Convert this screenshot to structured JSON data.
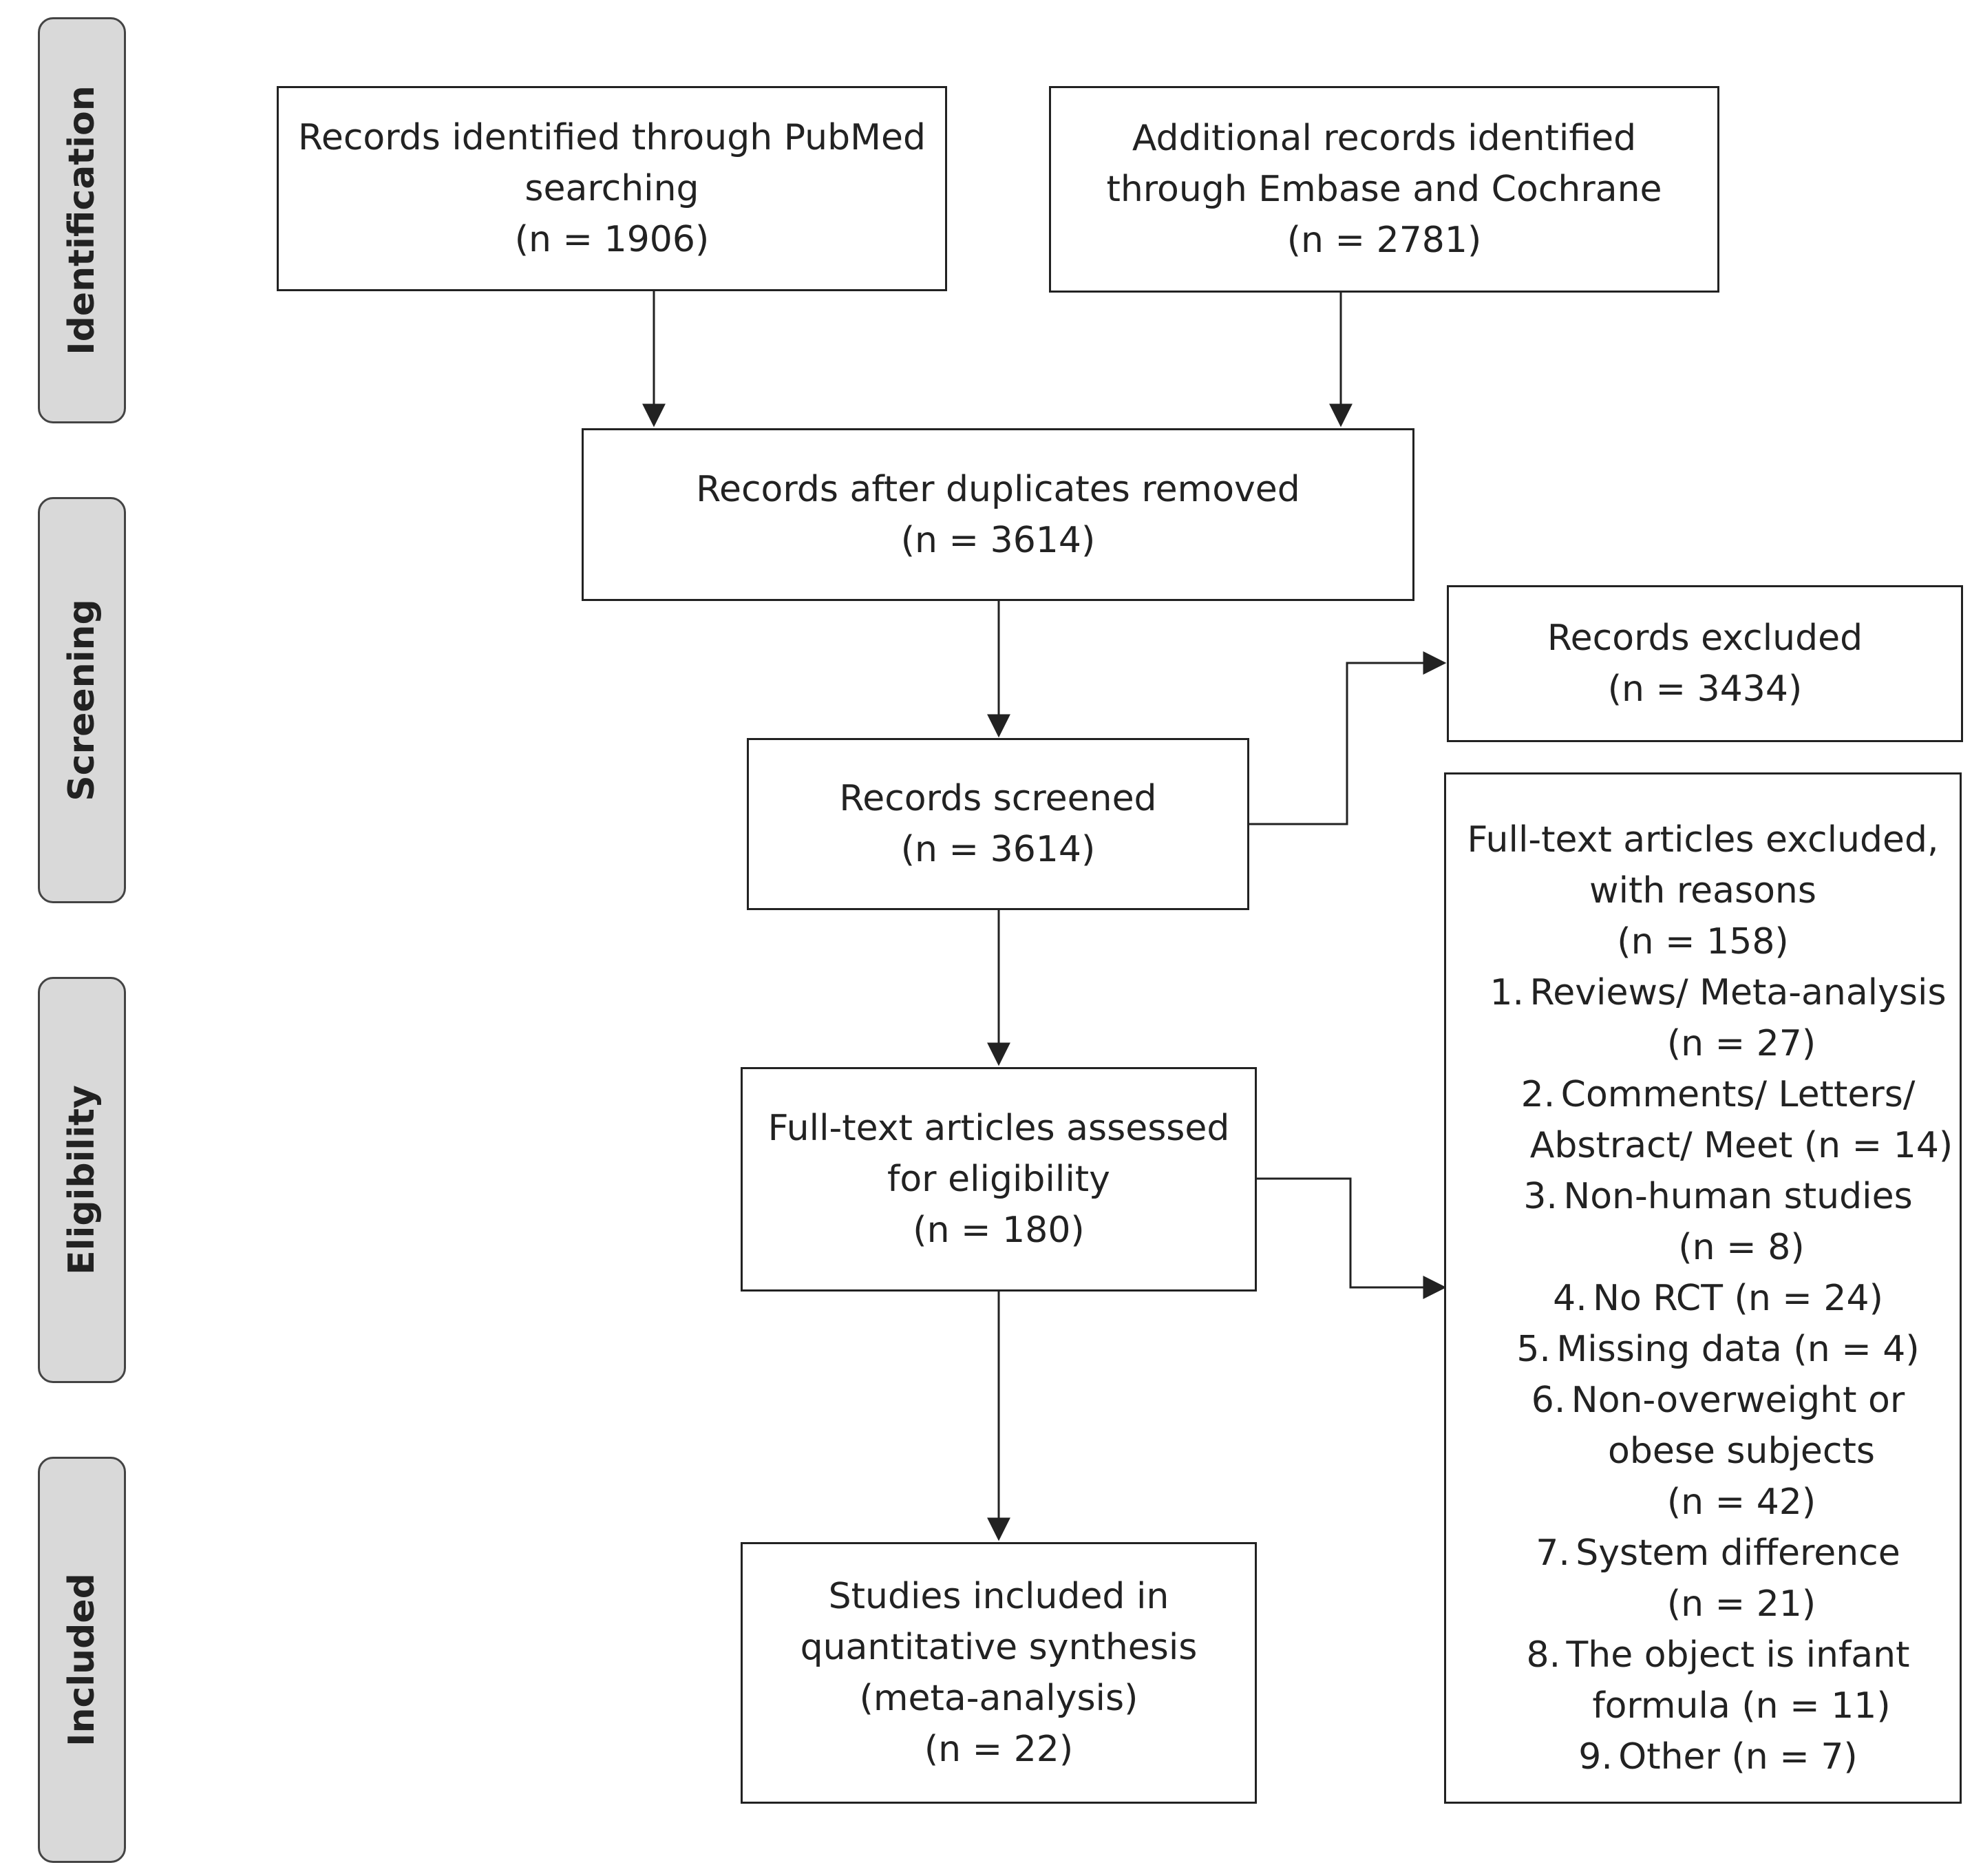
{
  "phases": {
    "identification": "Identification",
    "screening": "Screening",
    "eligibility": "Eligibility",
    "included": "Included"
  },
  "boxes": {
    "pubmed": [
      "Records identified through PubMed",
      "searching",
      "(n = 1906)"
    ],
    "additional": [
      "Additional records identified",
      "through Embase and Cochrane",
      "(n = 2781)"
    ],
    "duplicates_removed": [
      "Records after duplicates removed",
      "(n = 3614)"
    ],
    "records_excluded": [
      "Records excluded",
      "(n = 3434)"
    ],
    "records_screened": [
      "Records screened",
      "(n = 3614)"
    ],
    "fulltext_assessed": [
      "Full-text articles assessed",
      "for eligibility",
      "(n = 180)"
    ],
    "included": [
      "Studies included in",
      "quantitative synthesis",
      "(meta-analysis)",
      "(n = 22)"
    ]
  },
  "fulltext_excluded": {
    "heading": [
      "Full-text articles excluded,",
      "with reasons",
      "(n = 158)"
    ],
    "reasons": [
      {
        "num": "1.",
        "lines": [
          "Reviews/ Meta-analysis",
          "(n = 27)"
        ]
      },
      {
        "num": "2.",
        "lines": [
          "Comments/ Letters/",
          "Abstract/ Meet (n = 14)"
        ]
      },
      {
        "num": "3.",
        "lines": [
          "Non-human studies",
          "(n = 8)"
        ]
      },
      {
        "num": "4.",
        "lines": [
          "No RCT (n = 24)"
        ]
      },
      {
        "num": "5.",
        "lines": [
          "Missing data (n = 4)"
        ]
      },
      {
        "num": "6.",
        "lines": [
          "Non-overweight or",
          "obese subjects",
          "(n = 42)"
        ]
      },
      {
        "num": "7.",
        "lines": [
          "System difference",
          "(n = 21)"
        ]
      },
      {
        "num": "8.",
        "lines": [
          "The object is infant",
          "formula (n = 11)"
        ]
      },
      {
        "num": "9.",
        "lines": [
          "Other (n = 7)"
        ]
      }
    ]
  }
}
